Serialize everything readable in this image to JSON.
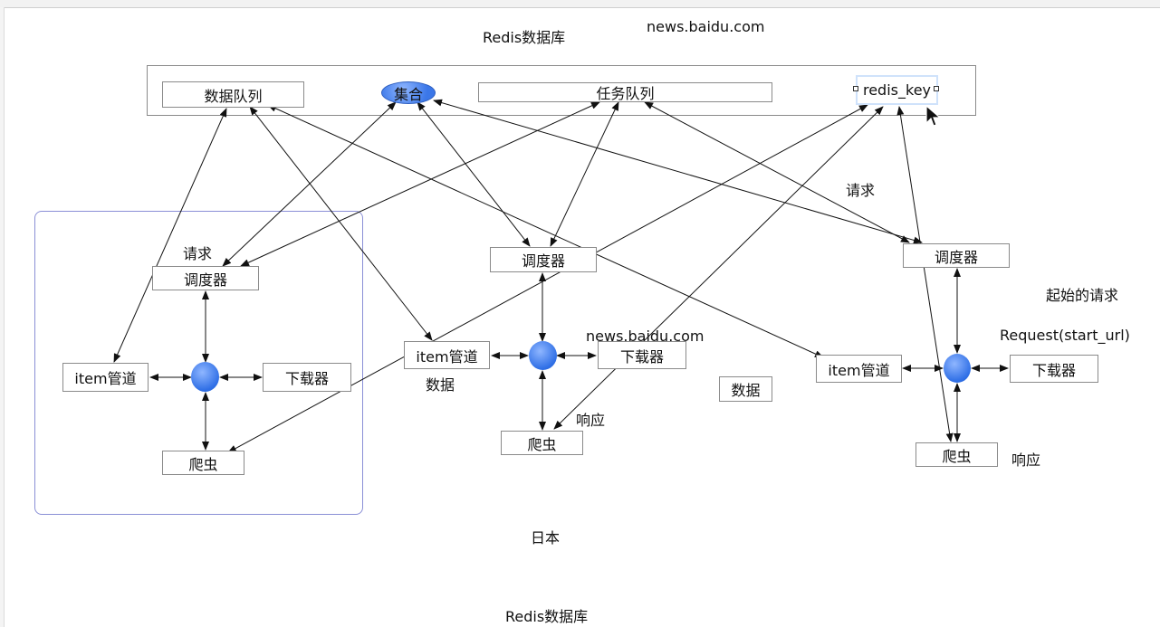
{
  "texts": {
    "top_title": "Redis数据库",
    "top_url": "news.baidu.com",
    "bottom_title": "Redis数据库",
    "japan": "日本",
    "request_label_right": "请求",
    "request_label_left": "请求",
    "start_request": "起始的请求",
    "request_start_url": "Request(start_url)",
    "mid_url": "news.baidu.com",
    "data_mid": "数据",
    "data_box": "数据",
    "response_mid": "响应",
    "response_right": "响应"
  },
  "redis": {
    "data_queue": "数据队列",
    "set": "集合",
    "task_queue": "任务队列",
    "redis_key": "redis_key"
  },
  "left_node": {
    "scheduler": "调度器",
    "pipeline": "item管道",
    "downloader": "下载器",
    "spider": "爬虫"
  },
  "middle_node": {
    "scheduler": "调度器",
    "pipeline": "item管道",
    "downloader": "下载器",
    "spider": "爬虫"
  },
  "right_node": {
    "scheduler": "调度器",
    "pipeline": "item管道",
    "downloader": "下载器",
    "spider": "爬虫"
  },
  "colors": {
    "node_blue": "#3b77e8",
    "group_border": "#8a8fd6",
    "line": "#111111"
  }
}
